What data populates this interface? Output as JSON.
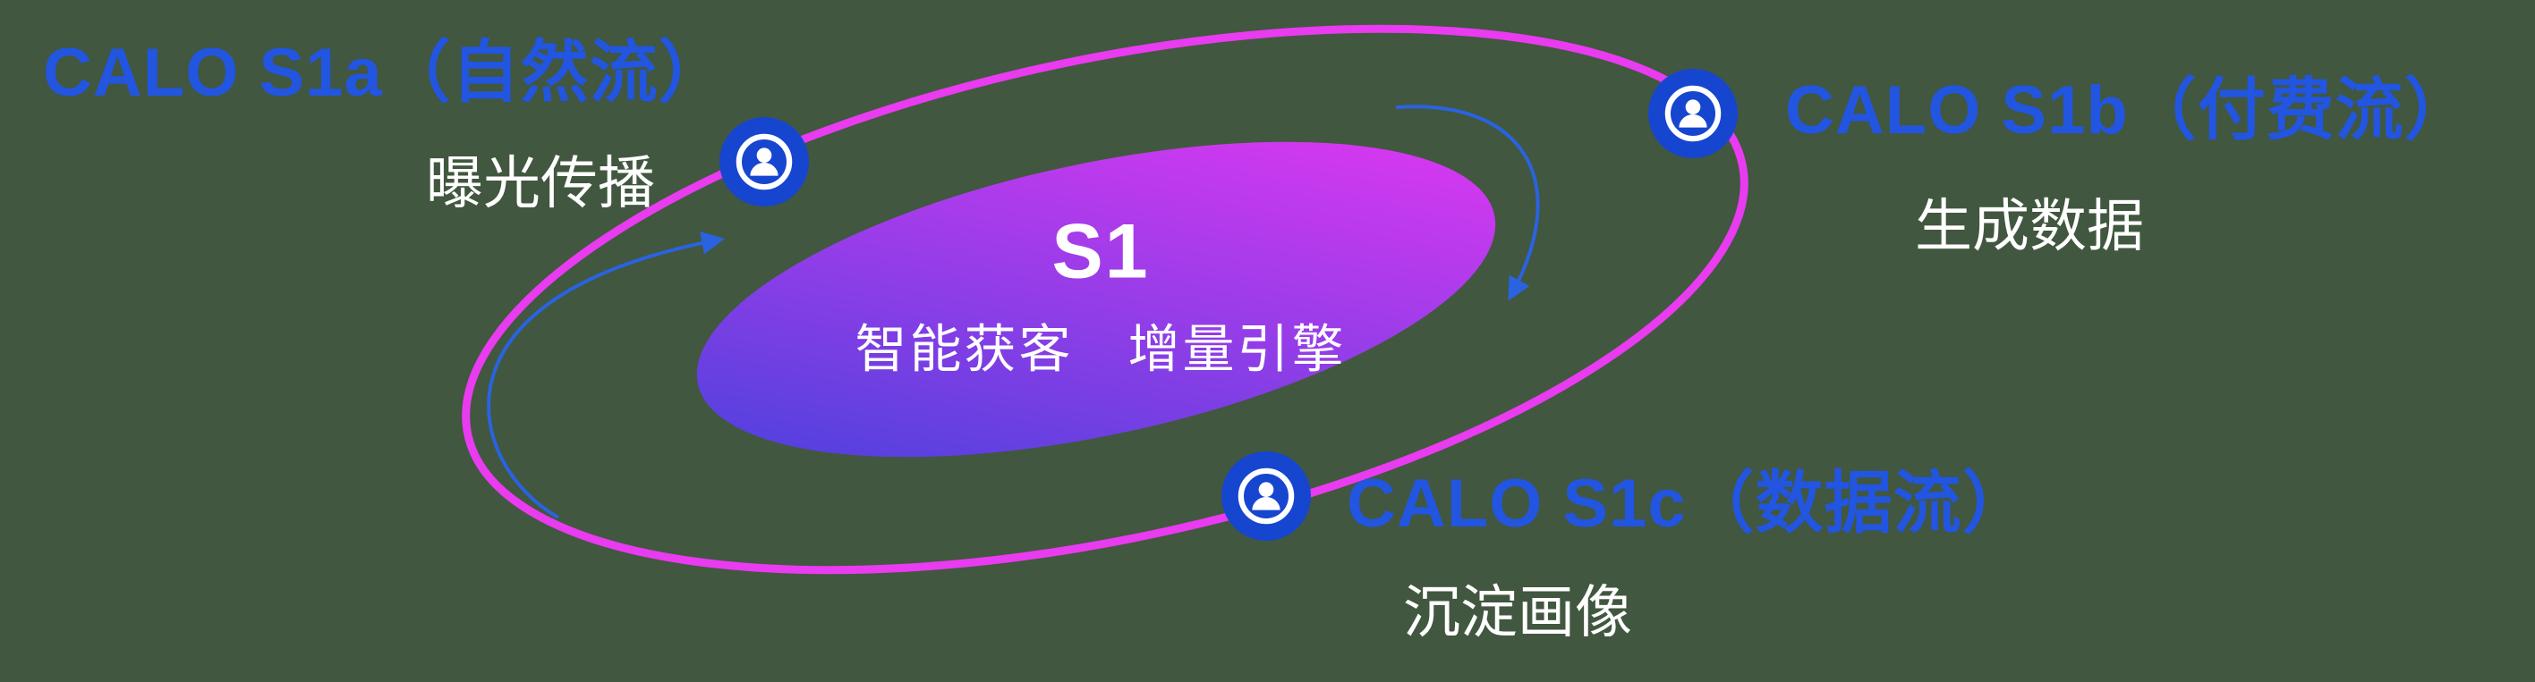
{
  "diagram": {
    "center": {
      "title": "S1",
      "subtitle": "智能获客　增量引擎"
    },
    "nodes": [
      {
        "id": "s1a",
        "label": "CALO S1a（自然流）",
        "sublabel": "曝光传播",
        "icon": "user-circle-icon"
      },
      {
        "id": "s1b",
        "label": "CALO S1b（付费流）",
        "sublabel": "生成数据",
        "icon": "user-circle-icon"
      },
      {
        "id": "s1c",
        "label": "CALO S1c（数据流）",
        "sublabel": "沉淀画像",
        "icon": "user-circle-icon"
      }
    ],
    "colors": {
      "background": "#41573f",
      "orbit_magenta": "#e93bf0",
      "label_blue": "#2255e0",
      "icon_blue": "#1646cf",
      "arrow_blue": "#2a63e0",
      "text_white": "#ffffff",
      "gradient_blue": "#4a41dd",
      "gradient_purple": "#973de8",
      "gradient_magenta": "#e437f2"
    }
  }
}
